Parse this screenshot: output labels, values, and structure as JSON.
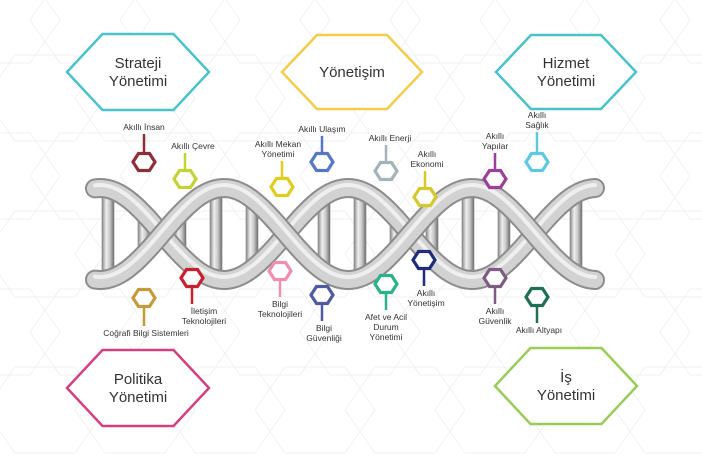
{
  "categories": [
    {
      "id": "strateji",
      "lines": [
        "Strateji",
        "Yönetimi"
      ],
      "color": "#4bc2c8"
    },
    {
      "id": "yonetisim",
      "lines": [
        "Yönetişim"
      ],
      "color": "#f2cc4a"
    },
    {
      "id": "hizmet",
      "lines": [
        "Hizmet",
        "Yönetimi"
      ],
      "color": "#4bc2c8"
    },
    {
      "id": "politika",
      "lines": [
        "Politika",
        "Yönetimi"
      ],
      "color": "#d2417e"
    },
    {
      "id": "is",
      "lines": [
        "İş",
        "Yönetimi"
      ],
      "color": "#9acb5a"
    }
  ],
  "nodes": [
    {
      "id": "akilli-insan",
      "lines": [
        "Akıllı İnsan"
      ],
      "color": "#8c2f39"
    },
    {
      "id": "akilli-cevre",
      "lines": [
        "Akıllı Çevre"
      ],
      "color": "#c3d334"
    },
    {
      "id": "cografi-bilgi",
      "lines": [
        "Coğrafi Bilgi Sistemleri"
      ],
      "color": "#c49a3c"
    },
    {
      "id": "iletisim-tek",
      "lines": [
        "İletişim",
        "Teknolojileri"
      ],
      "color": "#c8202e"
    },
    {
      "id": "akilli-mekan",
      "lines": [
        "Akıllı Mekan",
        "Yönetimi"
      ],
      "color": "#e0cd1e"
    },
    {
      "id": "akilli-ulasim",
      "lines": [
        "Akıllı Ulaşım"
      ],
      "color": "#5577c4"
    },
    {
      "id": "bilgi-tek",
      "lines": [
        "Bilgi",
        "Teknolojileri"
      ],
      "color": "#ee8fb0"
    },
    {
      "id": "bilgi-guvenligi",
      "lines": [
        "Bilgi",
        "Güvenliği"
      ],
      "color": "#4f5aa0"
    },
    {
      "id": "akilli-enerji",
      "lines": [
        "Akıllı Enerji"
      ],
      "color": "#a3b4b8"
    },
    {
      "id": "akilli-ekonomi",
      "lines": [
        "Akıllı",
        "Ekonomi"
      ],
      "color": "#d6c82c"
    },
    {
      "id": "afet",
      "lines": [
        "Afet ve Acil",
        "Durum",
        "Yönetimi"
      ],
      "color": "#2ab288"
    },
    {
      "id": "akilli-yonetisim",
      "lines": [
        "Akıllı",
        "Yönetişim"
      ],
      "color": "#1f2d7a"
    },
    {
      "id": "akilli-yapilar",
      "lines": [
        "Akıllı",
        "Yapılar"
      ],
      "color": "#9c3f96"
    },
    {
      "id": "akilli-saglik",
      "lines": [
        "Akıllı",
        "Sağlık"
      ],
      "color": "#5fc8e0"
    },
    {
      "id": "akilli-guvenlik",
      "lines": [
        "Akıllı",
        "Güvenlik"
      ],
      "color": "#7e5d83"
    },
    {
      "id": "akilli-altyapi",
      "lines": [
        "Akıllı Altyapı"
      ],
      "color": "#1f6f55"
    }
  ]
}
